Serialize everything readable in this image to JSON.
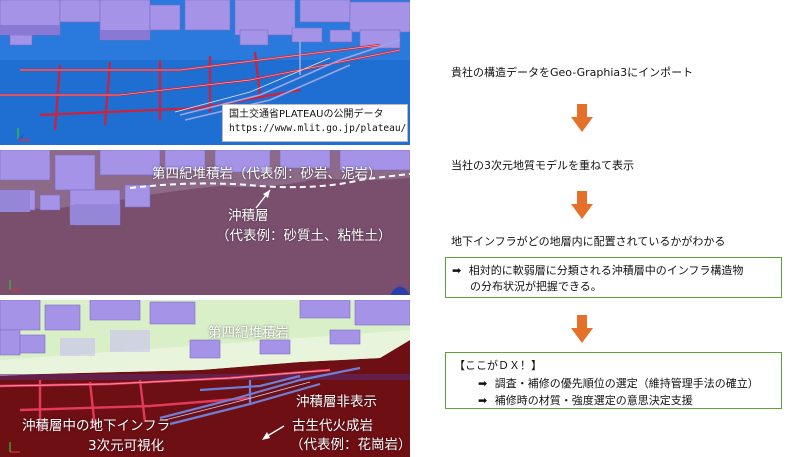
{
  "credit": {
    "line1": "国土交通省PLATEAUの公開データ",
    "line2": "https://www.mlit.go.jp/plateau/"
  },
  "panel2": {
    "quaternary_label": "第四紀堆積岩（代表例：砂岩、泥岩）",
    "alluvium_label_1": "沖積層",
    "alluvium_label_2": "（代表例：砂質土、粘性土）"
  },
  "panel3": {
    "quaternary_label": "第四紀堆積岩",
    "alluvium_hidden": "沖積層非表示",
    "infra_label_1": "沖積層中の地下インフラ",
    "infra_label_2": "3次元可視化",
    "paleozoic_label_1": "古生代火成岩",
    "paleozoic_label_2": "（代表例：花崗岩）"
  },
  "steps": {
    "step1": "貴社の構造データをGeo-Graphia3にインポート",
    "step2": "当社の3次元地質モデルを重ねて表示",
    "step3": "地下インフラがどの地層内に配置されているかがわかる"
  },
  "result_box": {
    "bullet": "➡",
    "line1": "相対的に軟弱層に分類される沖積層中のインフラ構造物",
    "line2": "の分布状況が把握できる。"
  },
  "dx_box": {
    "title": "【ここがＤＸ！】",
    "item1": "調査・補修の優先順位の選定（維持管理手法の確立）",
    "item2": "補修時の材質・強度選定の意思決定支援"
  },
  "colors": {
    "accent_arrow": "#e4702a",
    "box_border": "#5aa53a",
    "pipe_red": "#d0203a",
    "pipe_blue": "#6f7fd8",
    "sky_blue": "#1f6fd2",
    "building_violet": "#a493e6",
    "alluvium_purple": "#7a4f6e",
    "quaternary_green": "#d9efc7",
    "paleozoic_maroon": "#6e0f14"
  }
}
